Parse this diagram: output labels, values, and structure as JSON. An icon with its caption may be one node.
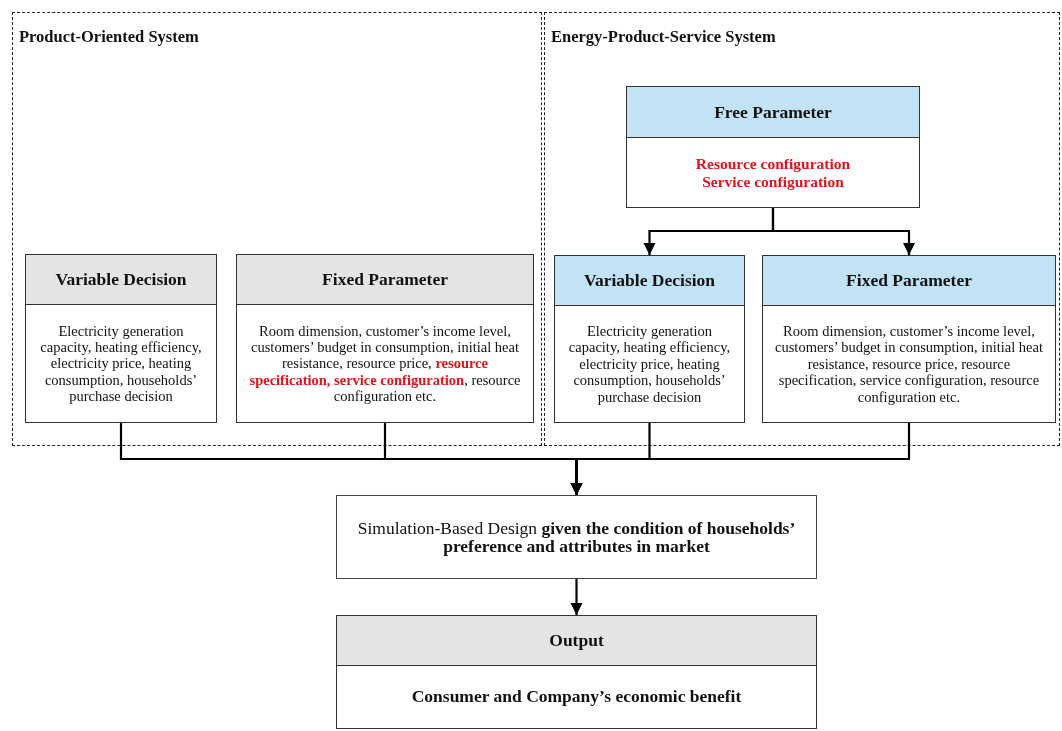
{
  "diagram": {
    "nodes": [
      {
        "text": [
          "Product-Oriented System"
        ]
      },
      {
        "text": [
          "Variable Decision",
          "Electricity generation capacity, heating efficiency, electricity price, heating consumption, households’ purchase decision"
        ],
        "in": 0
      },
      {
        "text": [
          "Fixed Parameter",
          "Room dimension, customer’s income level, customers’ budget in consumption, initial heat resistance, resource price, **resource specification, service configuration**, resource configuration etc."
        ],
        "in": 0
      },
      {
        "text": [
          "Energy-Product-Service System"
        ]
      },
      {
        "text": [
          "Free Parameter",
          "Resource configuration",
          "Service configuration"
        ],
        "in": 3
      },
      {
        "text": [
          "Variable Decision",
          "Electricity generation capacity, heating efficiency, electricity price, heating consumption, households’ purchase decision"
        ],
        "in": 3
      },
      {
        "text": [
          "Fixed Parameter",
          "Room dimension, customer’s income level, customers’ budget in consumption, initial heat resistance, resource price, resource specification, service configuration, resource configuration etc."
        ],
        "in": 3
      },
      {
        "text": [
          "Simulation-Based Design **given the condition of households’ preference and attributes in market**"
        ]
      },
      {
        "text": [
          "Output",
          "Consumer and Company’s economic benefit"
        ]
      }
    ],
    "edges": [
      {
        "from": 4,
        "to": 5,
        "arrow": "to"
      },
      {
        "from": 4,
        "to": 6,
        "arrow": "to"
      },
      {
        "from": 1,
        "to": 7,
        "arrow": "to"
      },
      {
        "from": 2,
        "to": 7,
        "arrow": "to"
      },
      {
        "from": 5,
        "to": 7,
        "arrow": "to"
      },
      {
        "from": 6,
        "to": 7,
        "arrow": "to"
      },
      {
        "from": 7,
        "to": 8,
        "arrow": "to"
      }
    ]
  }
}
